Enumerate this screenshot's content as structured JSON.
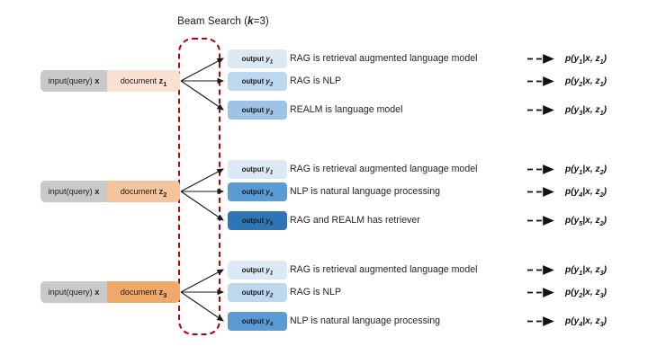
{
  "diagram": {
    "title_prefix": "Beam Search (",
    "title_k": "k",
    "title_suffix": "=3)",
    "beam_region_name": "beam-search-region",
    "colors": {
      "beam_border": "#c00000",
      "input_box": "#c9c9c9",
      "doc_z1": "#fae0d0",
      "doc_z2": "#f5c39c",
      "doc_z3": "#f0a868",
      "out_light": "#dce9f5",
      "out_mid": "#bdd7ee",
      "out_med": "#9dc3e6",
      "out_strong": "#5b9bd5",
      "out_dark": "#2e75b6",
      "arrow": "#1a1a1a"
    }
  },
  "groups": [
    {
      "input_label": "input(query) ",
      "input_var": "x",
      "doc_label": "document ",
      "doc_var": "z",
      "doc_sub": "1",
      "doc_color": "#fae0d0",
      "rows": [
        {
          "output_prefix": "output ",
          "output_var": "y",
          "output_sub": "1",
          "box_color": "#dce9f5",
          "sentence": "RAG is retrieval augmented language model",
          "prob_p": "p(",
          "prob_y": "y",
          "prob_y_sub": "1",
          "prob_mid": "|x, z",
          "prob_z_sub": "1",
          "prob_end": ")"
        },
        {
          "output_prefix": "output ",
          "output_var": "y",
          "output_sub": "2",
          "box_color": "#bdd7ee",
          "sentence": "RAG is NLP",
          "prob_p": "p(",
          "prob_y": "y",
          "prob_y_sub": "2",
          "prob_mid": "|x, z",
          "prob_z_sub": "1",
          "prob_end": ")"
        },
        {
          "output_prefix": "output ",
          "output_var": "y",
          "output_sub": "3",
          "box_color": "#9dc3e6",
          "sentence": "REALM is language model",
          "prob_p": "p(",
          "prob_y": "y",
          "prob_y_sub": "3",
          "prob_mid": "|x, z",
          "prob_z_sub": "1",
          "prob_end": ")"
        }
      ]
    },
    {
      "input_label": "input(query) ",
      "input_var": "x",
      "doc_label": "document ",
      "doc_var": "z",
      "doc_sub": "2",
      "doc_color": "#f5c39c",
      "rows": [
        {
          "output_prefix": "output ",
          "output_var": "y",
          "output_sub": "1",
          "box_color": "#dce9f5",
          "sentence": "RAG is retrieval augmented language model",
          "prob_p": "p(",
          "prob_y": "y",
          "prob_y_sub": "1",
          "prob_mid": "|x, z",
          "prob_z_sub": "2",
          "prob_end": ")"
        },
        {
          "output_prefix": "output ",
          "output_var": "y",
          "output_sub": "4",
          "box_color": "#5b9bd5",
          "sentence": "NLP is natural language processing",
          "prob_p": "p(",
          "prob_y": "y",
          "prob_y_sub": "4",
          "prob_mid": "|x, z",
          "prob_z_sub": "2",
          "prob_end": ")"
        },
        {
          "output_prefix": "output ",
          "output_var": "y",
          "output_sub": "5",
          "box_color": "#2e75b6",
          "sentence": "RAG and REALM has retriever",
          "prob_p": "p(",
          "prob_y": "y",
          "prob_y_sub": "5",
          "prob_mid": "|x, z",
          "prob_z_sub": "2",
          "prob_end": ")"
        }
      ]
    },
    {
      "input_label": "input(query) ",
      "input_var": "x",
      "doc_label": "document ",
      "doc_var": "z",
      "doc_sub": "3",
      "doc_color": "#f0a868",
      "rows": [
        {
          "output_prefix": "output ",
          "output_var": "y",
          "output_sub": "1",
          "box_color": "#dce9f5",
          "sentence": "RAG is retrieval augmented language model",
          "prob_p": "p(",
          "prob_y": "y",
          "prob_y_sub": "1",
          "prob_mid": "|x, z",
          "prob_z_sub": "3",
          "prob_end": ")"
        },
        {
          "output_prefix": "output ",
          "output_var": "y",
          "output_sub": "2",
          "box_color": "#bdd7ee",
          "sentence": "RAG is NLP",
          "prob_p": "p(",
          "prob_y": "y",
          "prob_y_sub": "2",
          "prob_mid": "|x, z",
          "prob_z_sub": "3",
          "prob_end": ")"
        },
        {
          "output_prefix": "output ",
          "output_var": "y",
          "output_sub": "4",
          "box_color": "#5b9bd5",
          "sentence": "NLP is natural language processing",
          "prob_p": "p(",
          "prob_y": "y",
          "prob_y_sub": "4",
          "prob_mid": "|x, z",
          "prob_z_sub": "3",
          "prob_end": ")"
        }
      ]
    }
  ]
}
